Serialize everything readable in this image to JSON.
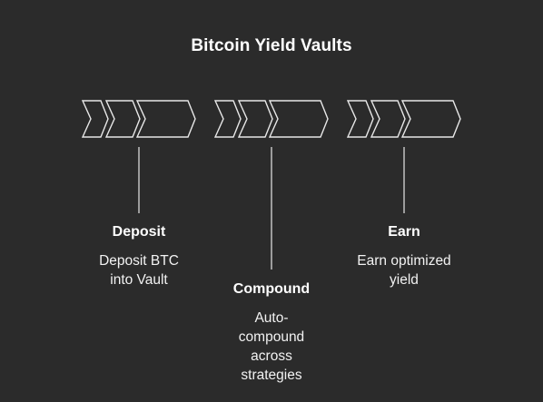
{
  "title": "Bitcoin Yield Vaults",
  "steps": [
    {
      "name": "deposit",
      "title": "Deposit",
      "desc_lines": [
        "Deposit BTC",
        "into Vault"
      ]
    },
    {
      "name": "compound",
      "title": "Compound",
      "desc_lines": [
        "Auto-",
        "compound",
        "across",
        "strategies"
      ]
    },
    {
      "name": "earn",
      "title": "Earn",
      "desc_lines": [
        "Earn optimized",
        "yield"
      ]
    }
  ],
  "colors": {
    "background": "#2b2b2b",
    "stroke": "#e8e8e8",
    "text": "#ffffff"
  },
  "icons": [
    "chevron-arrow-group-icon"
  ]
}
